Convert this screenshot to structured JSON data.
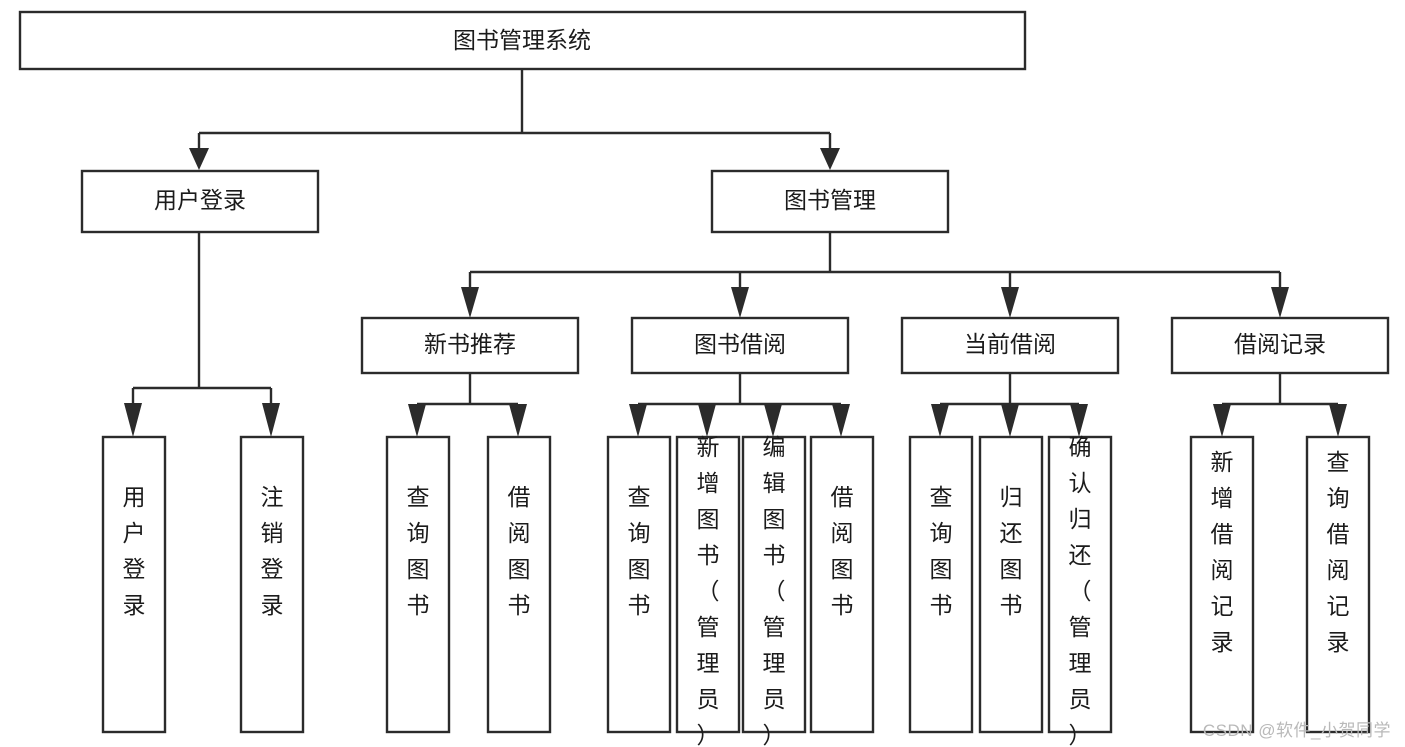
{
  "diagram": {
    "type": "tree-hierarchy",
    "title": "图书管理系统",
    "watermark": "CSDN @软件_小贺同学",
    "colors": {
      "box_stroke": "#2b2b2b",
      "box_fill": "#ffffff",
      "connector": "#2b2b2b",
      "text": "#1b1b1b",
      "background": "#ffffff",
      "watermark_text": "#b9b9b9"
    },
    "levels": {
      "root": {
        "label": "图书管理系统"
      },
      "level2": [
        {
          "label": "用户登录"
        },
        {
          "label": "图书管理"
        }
      ],
      "level3": [
        {
          "label": "新书推荐"
        },
        {
          "label": "图书借阅"
        },
        {
          "label": "当前借阅"
        },
        {
          "label": "借阅记录"
        }
      ],
      "leaves": {
        "user_login": [
          {
            "label": "用户登录"
          },
          {
            "label": "注销登录"
          }
        ],
        "new_book_recommend": [
          {
            "label": "查询图书"
          },
          {
            "label": "借阅图书"
          }
        ],
        "book_borrow": [
          {
            "label": "查询图书"
          },
          {
            "label": "新增图书（管理员）"
          },
          {
            "label": "编辑图书（管理员）"
          },
          {
            "label": "借阅图书"
          }
        ],
        "current_borrow": [
          {
            "label": "查询图书"
          },
          {
            "label": "归还图书"
          },
          {
            "label": "确认归还（管理员）"
          }
        ],
        "borrow_record": [
          {
            "label": "新增借阅记录"
          },
          {
            "label": "查询借阅记录"
          }
        ]
      }
    }
  }
}
